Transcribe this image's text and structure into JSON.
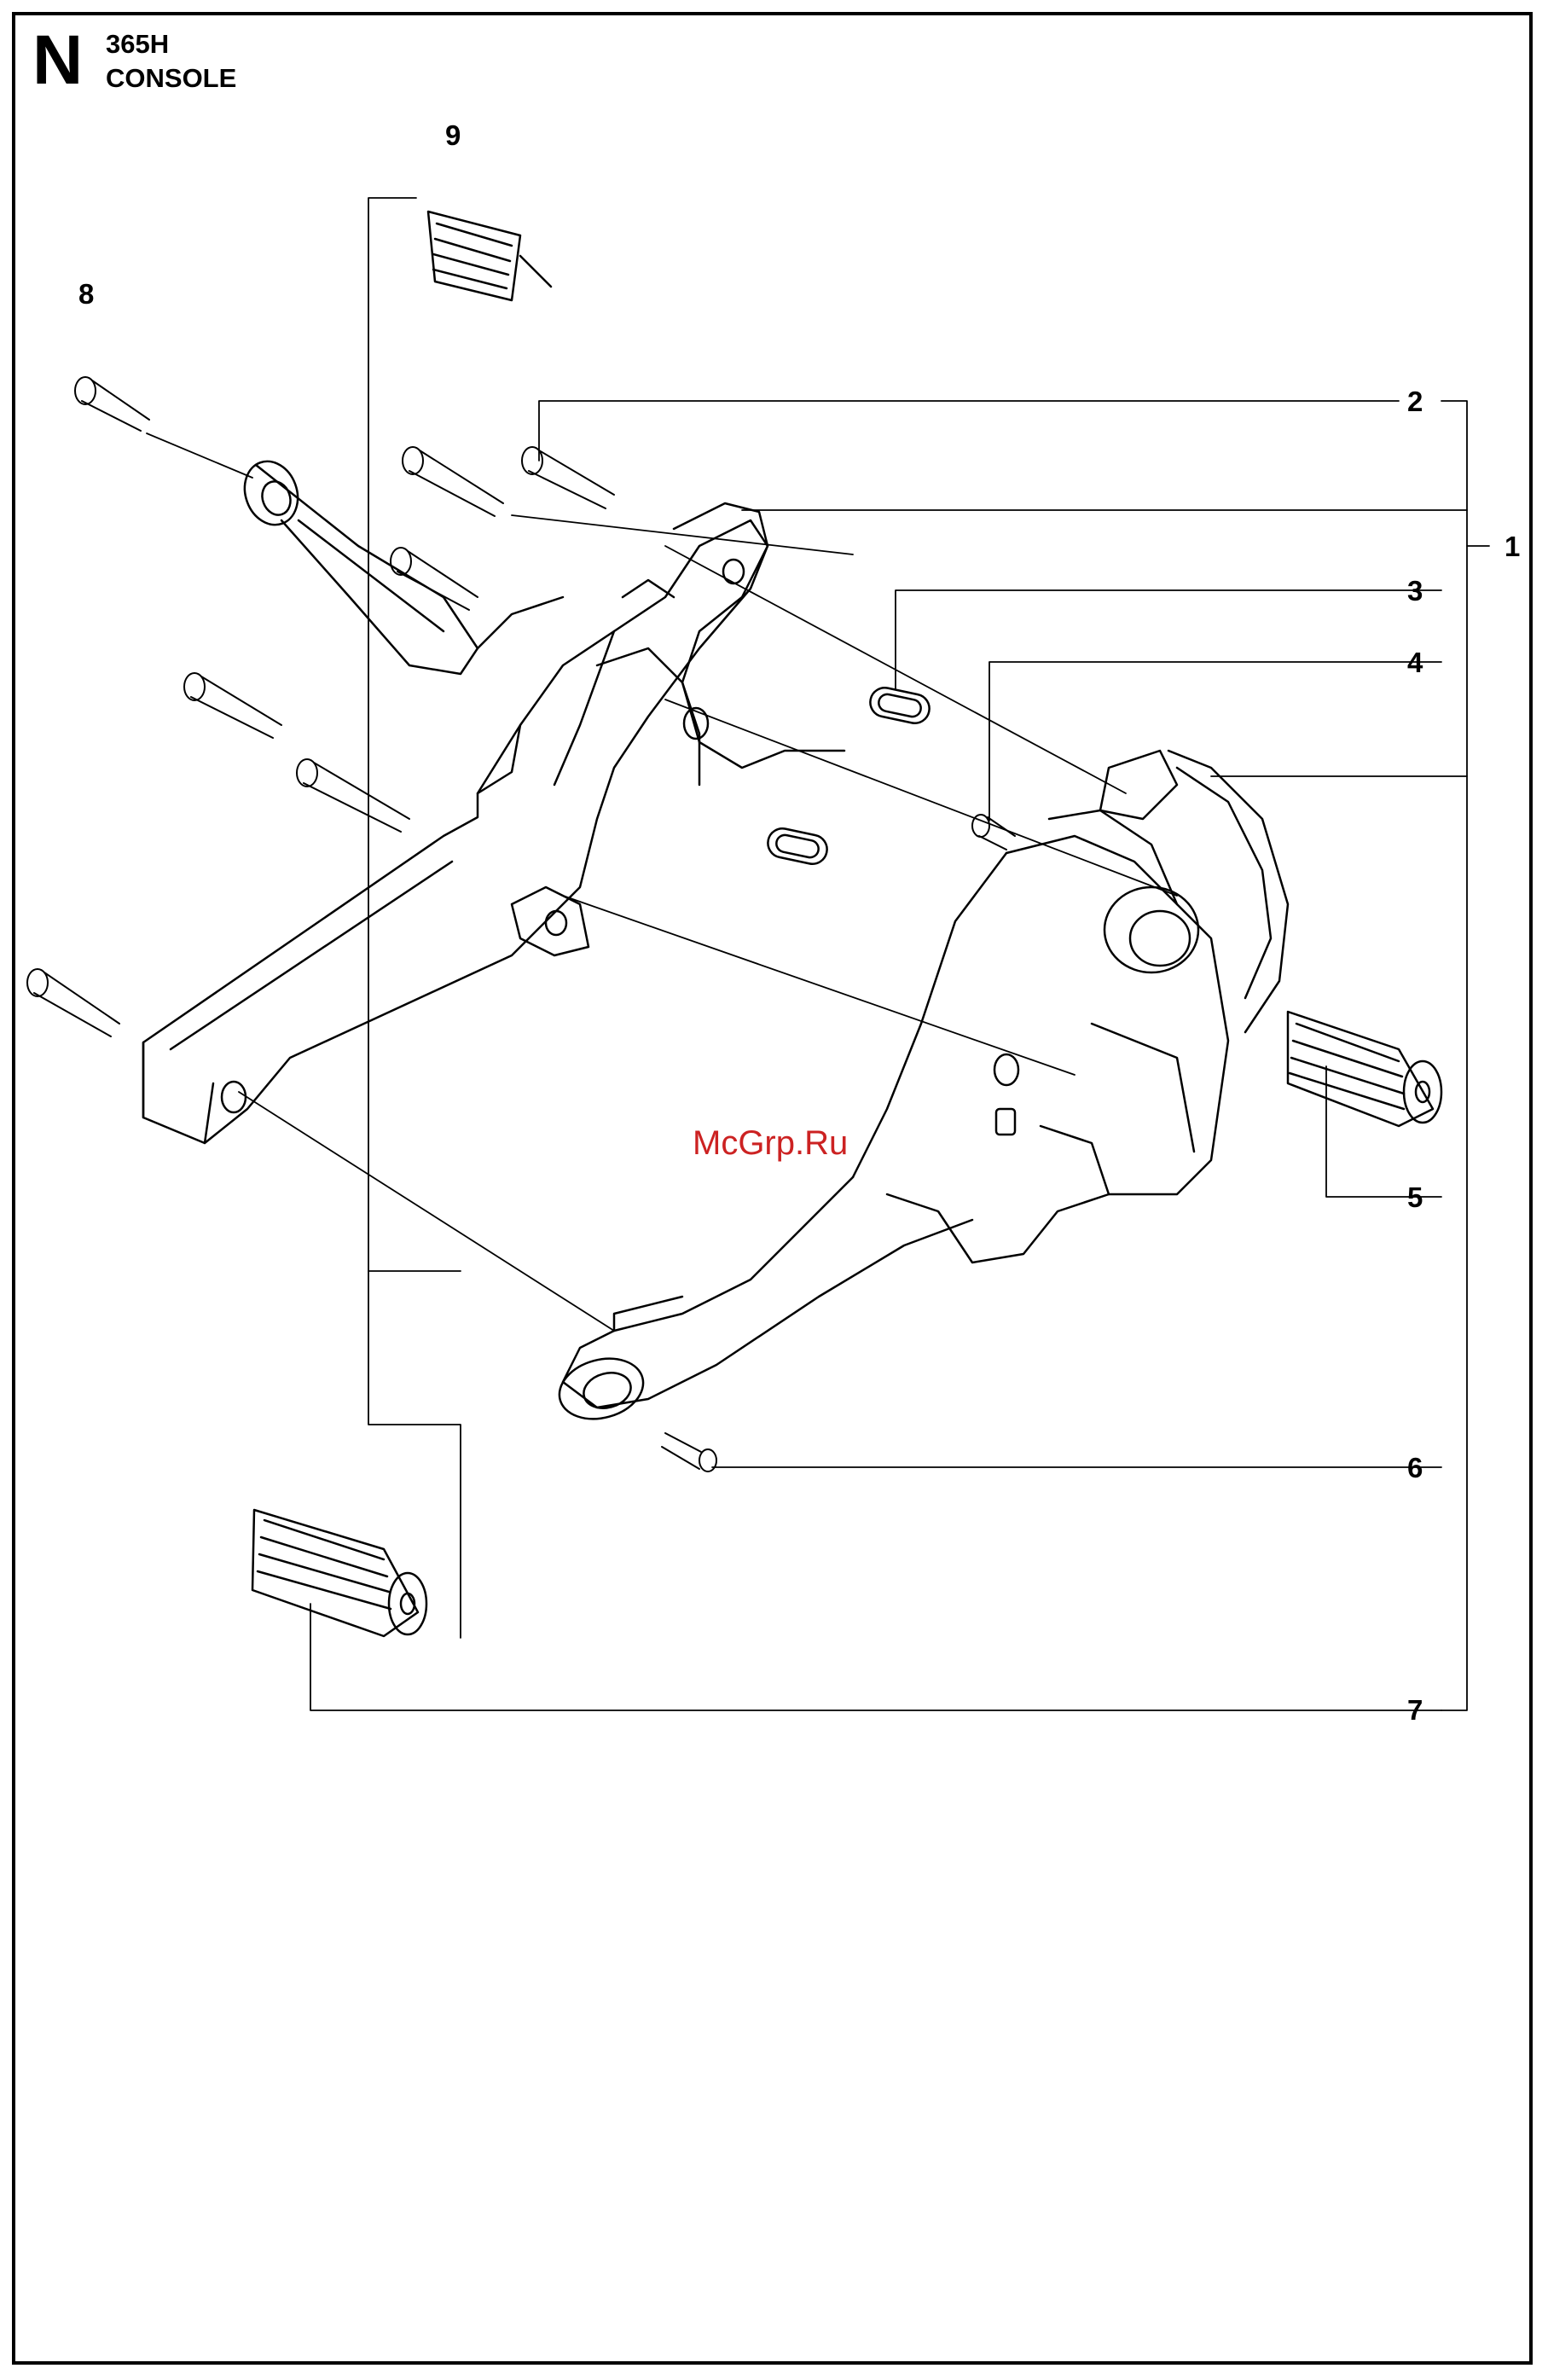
{
  "header": {
    "section_letter": "N",
    "model": "365H",
    "title": "CONSOLE"
  },
  "callouts": [
    "1",
    "2",
    "3",
    "4",
    "5",
    "6",
    "7",
    "8",
    "9"
  ],
  "watermark": "McGrp.Ru",
  "colors": {
    "line": "#000000",
    "watermark": "#cc2222",
    "background": "#ffffff"
  }
}
